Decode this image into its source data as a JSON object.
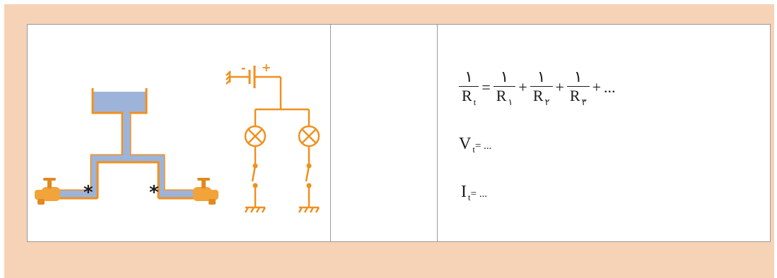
{
  "colors": {
    "frame": "#f6d2b6",
    "pipe_outline": "#f0901e",
    "water": "#9db3da",
    "tap": "#f2a33a",
    "marker": "#1a1a1a"
  },
  "figure": {
    "markers": [
      "*",
      "*"
    ],
    "battery_minus": "-",
    "battery_plus": "+"
  },
  "formulas": {
    "resistance": {
      "numerator": "١",
      "lhs_denominator": "R",
      "lhs_sub": "t",
      "equals": "=",
      "terms": [
        {
          "numerator": "١",
          "denominator": "R",
          "sub": "١"
        },
        {
          "numerator": "١",
          "denominator": "R",
          "sub": "٢"
        },
        {
          "numerator": "١",
          "denominator": "R",
          "sub": "٣"
        }
      ],
      "plus": "+",
      "ellipsis": "..."
    },
    "voltage": {
      "symbol": "V",
      "sub": "t",
      "rest": "= ..."
    },
    "current": {
      "symbol": "I",
      "sub": "t",
      "rest": "= ..."
    }
  }
}
